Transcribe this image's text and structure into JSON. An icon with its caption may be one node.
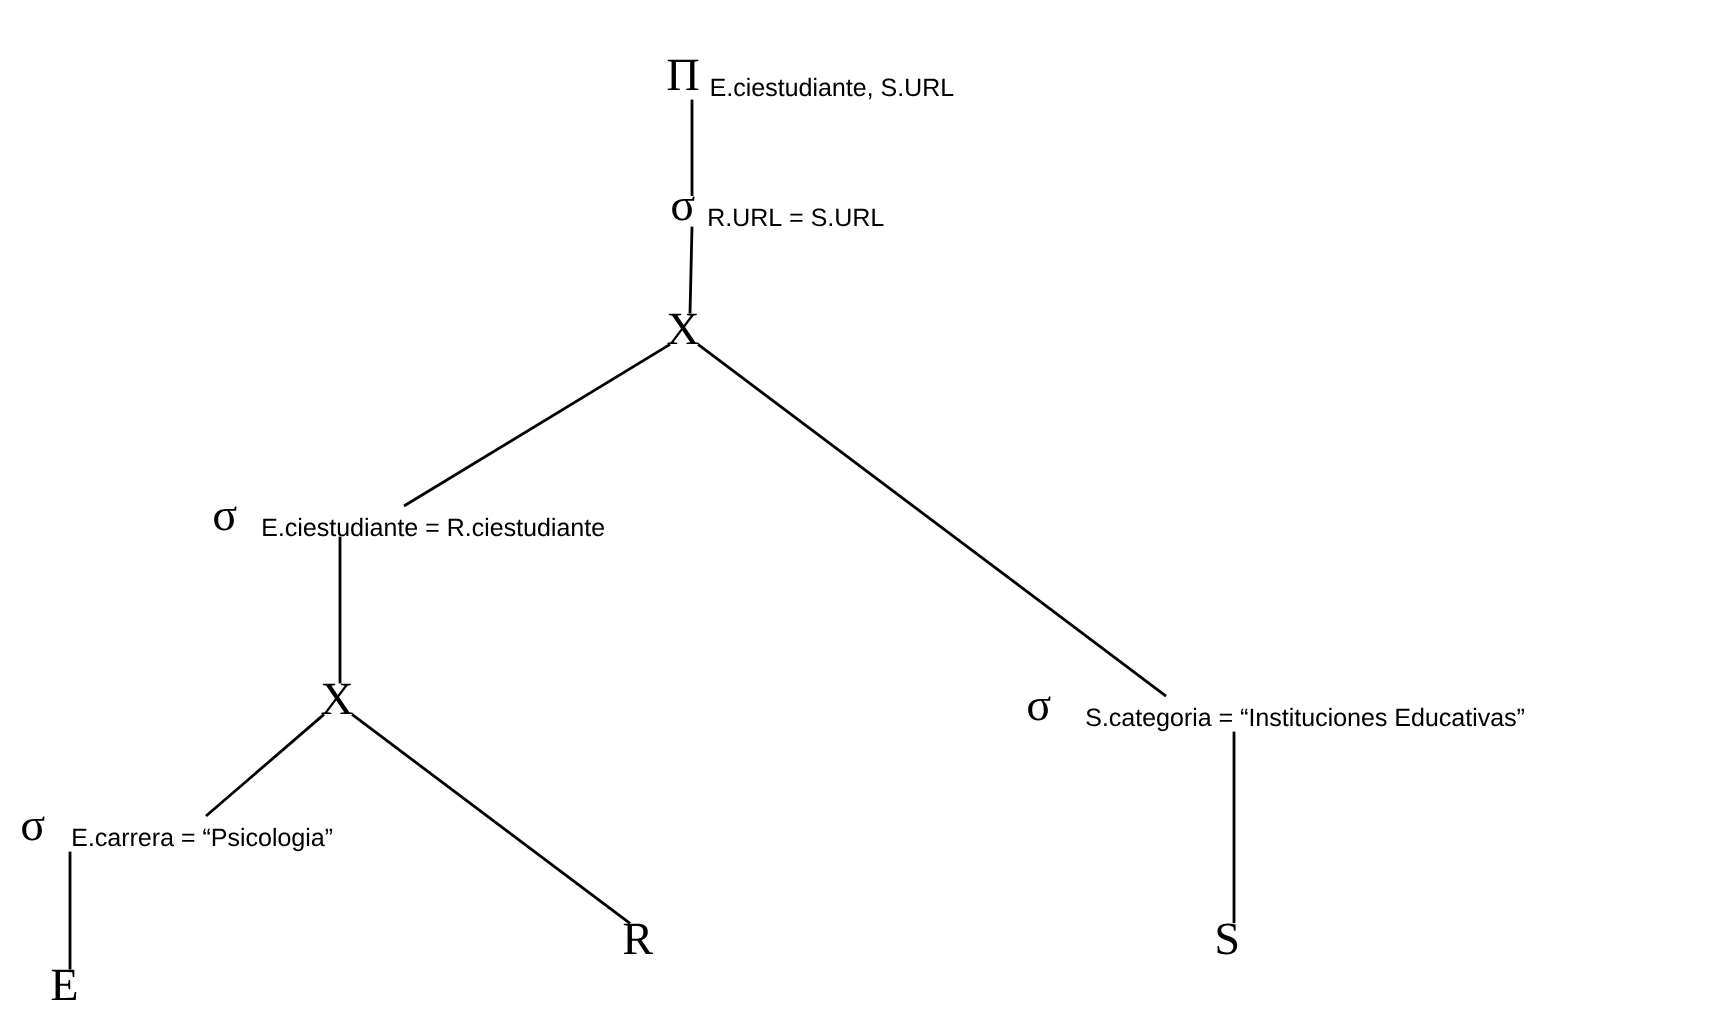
{
  "diagram": {
    "nodes": [
      {
        "text": [
          "Π",
          "E.ciestudiante, S.URL"
        ]
      },
      {
        "text": [
          "σ",
          "R.URL = S.URL"
        ]
      },
      {
        "text": [
          "X"
        ]
      },
      {
        "text": [
          "σ",
          "E.ciestudiante  = R.ciestudiante"
        ]
      },
      {
        "text": [
          "X"
        ]
      },
      {
        "text": [
          "σ",
          "S.categoria = “Instituciones Educativas”"
        ]
      },
      {
        "text": [
          "σ",
          "E.carrera = “Psicologia”"
        ]
      },
      {
        "text": [
          "R"
        ]
      },
      {
        "text": [
          "S"
        ]
      },
      {
        "text": [
          "E"
        ]
      }
    ],
    "edges": [
      {
        "from": 0,
        "to": 1,
        "arrow": "none"
      },
      {
        "from": 1,
        "to": 2,
        "arrow": "none"
      },
      {
        "from": 2,
        "to": 3,
        "arrow": "none"
      },
      {
        "from": 2,
        "to": 5,
        "arrow": "none"
      },
      {
        "from": 3,
        "to": 4,
        "arrow": "none"
      },
      {
        "from": 4,
        "to": 6,
        "arrow": "none"
      },
      {
        "from": 4,
        "to": 7,
        "arrow": "none"
      },
      {
        "from": 5,
        "to": 8,
        "arrow": "none"
      },
      {
        "from": 6,
        "to": 9,
        "arrow": "none"
      }
    ]
  }
}
